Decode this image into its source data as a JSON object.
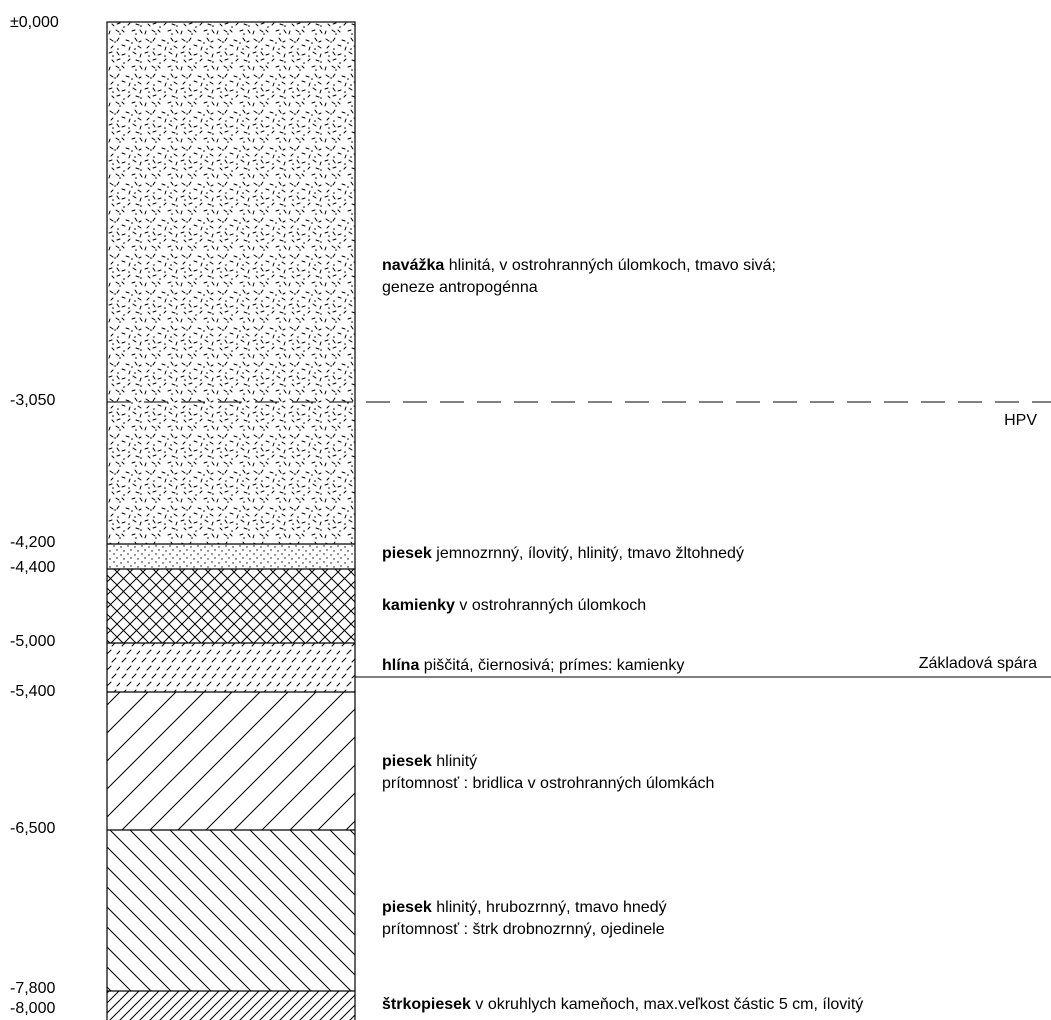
{
  "depths": [
    "±0,000",
    "-3,050",
    "-4,200",
    "-4,400",
    "-5,000",
    "-5,400",
    "-6,500",
    "-7,800",
    "-8,000"
  ],
  "layers": [
    {
      "name": "navážka",
      "desc": " hlinitá, v ostrohranných úlomkoch, tmavo sivá;",
      "line2": "geneze antropogénna",
      "pattern": "fill-speckle"
    },
    {
      "name": "piesek",
      "desc": " jemnozrnný, ílovitý, hlinitý, tmavo žltohnedý",
      "line2": "",
      "pattern": "fill-dots"
    },
    {
      "name": "kamienky",
      "desc": " v ostrohranných úlomkoch",
      "line2": "",
      "pattern": "fill-crosshatch"
    },
    {
      "name": "hlína",
      "desc": " piščitá, čiernosivá; prímes: kamienky",
      "line2": "",
      "pattern": "fill-ticks"
    },
    {
      "name": "piesek",
      "desc": " hlinitý",
      "line2": "prítomnosť : bridlica v ostrohranných úlomkách",
      "pattern": "fill-diag-right"
    },
    {
      "name": "piesek",
      "desc": " hlinitý, hrubozrnný, tmavo hnedý",
      "line2": "prítomnosť : štrk drobnozrnný, ojedinele",
      "pattern": "fill-diag-left"
    },
    {
      "name": "štrkopiesek",
      "desc": " v okruhlych kameňoch, max.veľkost částic 5 cm, ílovitý",
      "line2": "",
      "pattern": "fill-diag-right-dense"
    }
  ],
  "markers": {
    "groundwater": "HPV",
    "foundation": "Základová spára"
  },
  "colors": {
    "line": "#000000",
    "background": "#ffffff"
  }
}
